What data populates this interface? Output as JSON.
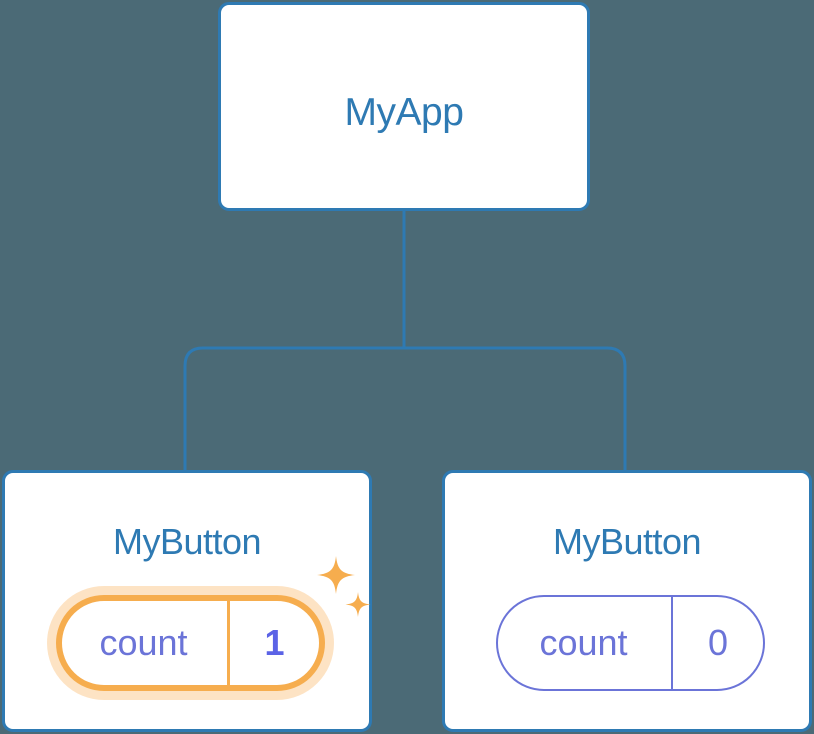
{
  "diagram": {
    "type": "component-tree",
    "background_color": "#4b6a76",
    "node_border_color": "#2e7ab3",
    "node_title_color": "#2e7ab3",
    "edge_color": "#2e7ab3",
    "state_text_color": "#6b74d8",
    "highlight_color": "#f6ad4e",
    "highlight_glow_color": "#fac382",
    "highlight_value_color": "#5b63e6"
  },
  "root": {
    "title": "MyApp"
  },
  "children": [
    {
      "title": "MyButton",
      "state": {
        "key": "count",
        "value": "1"
      },
      "highlighted": true,
      "sparkle_icons": [
        "sparkle-large-icon",
        "sparkle-small-icon"
      ]
    },
    {
      "title": "MyButton",
      "state": {
        "key": "count",
        "value": "0"
      },
      "highlighted": false
    }
  ]
}
